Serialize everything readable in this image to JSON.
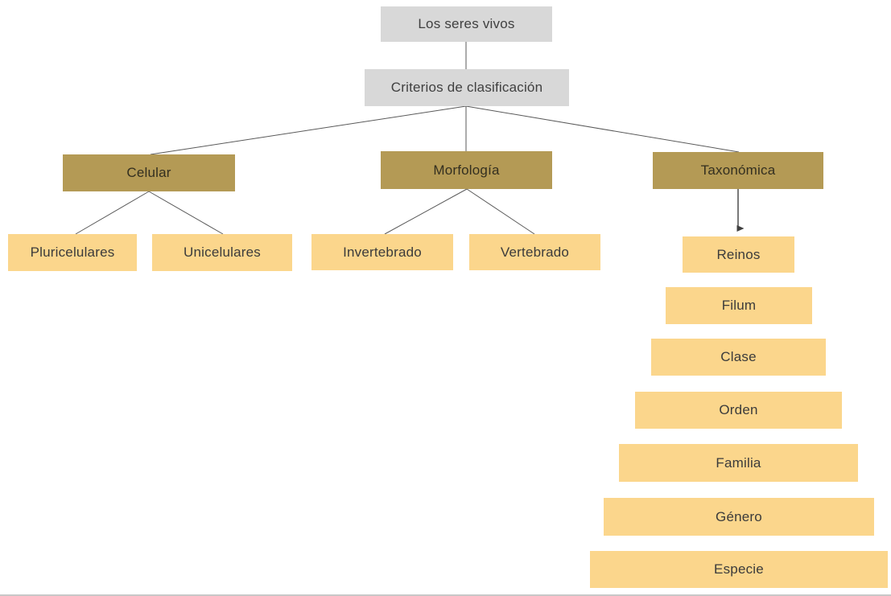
{
  "diagram": {
    "title": "Los seres vivos",
    "criteria": "Criterios de clasificación",
    "branches": [
      {
        "label": "Celular",
        "children": [
          "Pluricelulares",
          "Unicelulares"
        ]
      },
      {
        "label": "Morfología",
        "children": [
          "Invertebrado",
          "Vertebrado"
        ]
      },
      {
        "label": "Taxonómica",
        "children": []
      }
    ],
    "taxonomy_levels": [
      "Reinos",
      "Filum",
      "Clase",
      "Orden",
      "Familia",
      "Género",
      "Especie"
    ],
    "colors": {
      "root_box": "#d8d8d8",
      "branch_box": "#b49a55",
      "leaf_box": "#fbd68c",
      "connector": "#595959",
      "arrow": "#404040",
      "text": "#3b3b3b"
    }
  }
}
